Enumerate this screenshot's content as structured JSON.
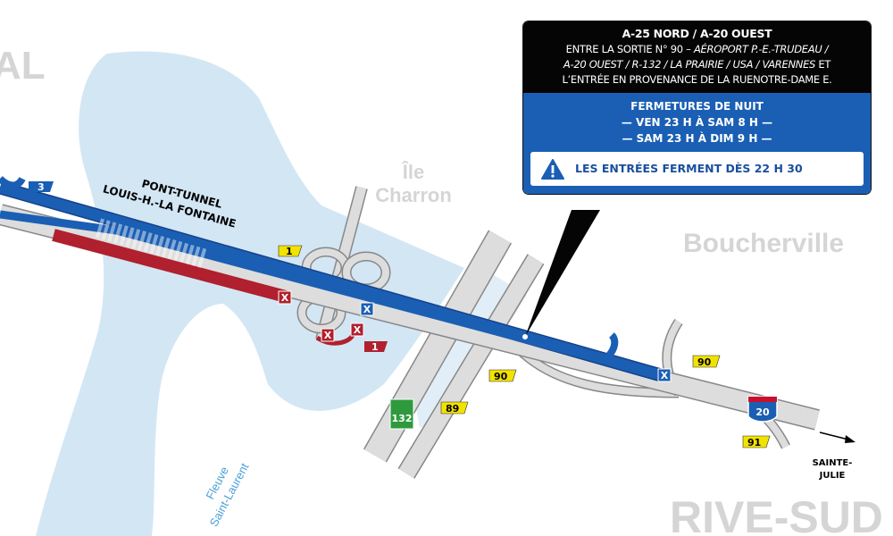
{
  "places": {
    "montreal_partial": "AL",
    "ile": "Île",
    "charron": "Charron",
    "boucherville": "Boucherville",
    "rive_sud": "RIVE-SUD",
    "fleuve": "Fleuve",
    "saint_laurent": "Saint-Laurent",
    "sainte": "SAINTE-",
    "julie": "JULIE"
  },
  "bridge": {
    "line1": "PONT-TUNNEL",
    "line2": "LOUIS-H.-LA FONTAINE"
  },
  "shields": {
    "exit3": "3",
    "exit1_open": "1",
    "exit1_closed": "1",
    "exit90_a": "90",
    "exit90_b": "90",
    "exit89": "89",
    "exit91": "91",
    "route132": "132",
    "a20": "20"
  },
  "info": {
    "title": "A-25 NORD / A-20 OUEST",
    "desc_1": "ENTRE LA SORTIE N° 90 – ",
    "desc_italic_1": "AÉROPORT P.-E.-TRUDEAU /",
    "desc_italic_2": "A-20 OUEST / R-132 / LA PRAIRIE / USA / VARENNES",
    "desc_2": " ET",
    "desc_3": "L’ENTRÉE EN PROVENANCE DE LA RUENOTRE-DAME E.",
    "closure_title": "FERMETURES DE NUIT",
    "closure_1": "— VEN 23 H À SAM 8 H —",
    "closure_2": "— SAM 23 H À DIM 9 H —",
    "warning": "LES ENTRÉES FERMENT DÈS 22 H 30",
    "warning_icon": "warning-triangle-icon"
  },
  "colors": {
    "closed_blue": "#1a5fb4",
    "closed_red": "#b0202e",
    "water": "#cfe3f2",
    "road": "#d9d9d9",
    "exit_yellow": "#f2e200"
  }
}
